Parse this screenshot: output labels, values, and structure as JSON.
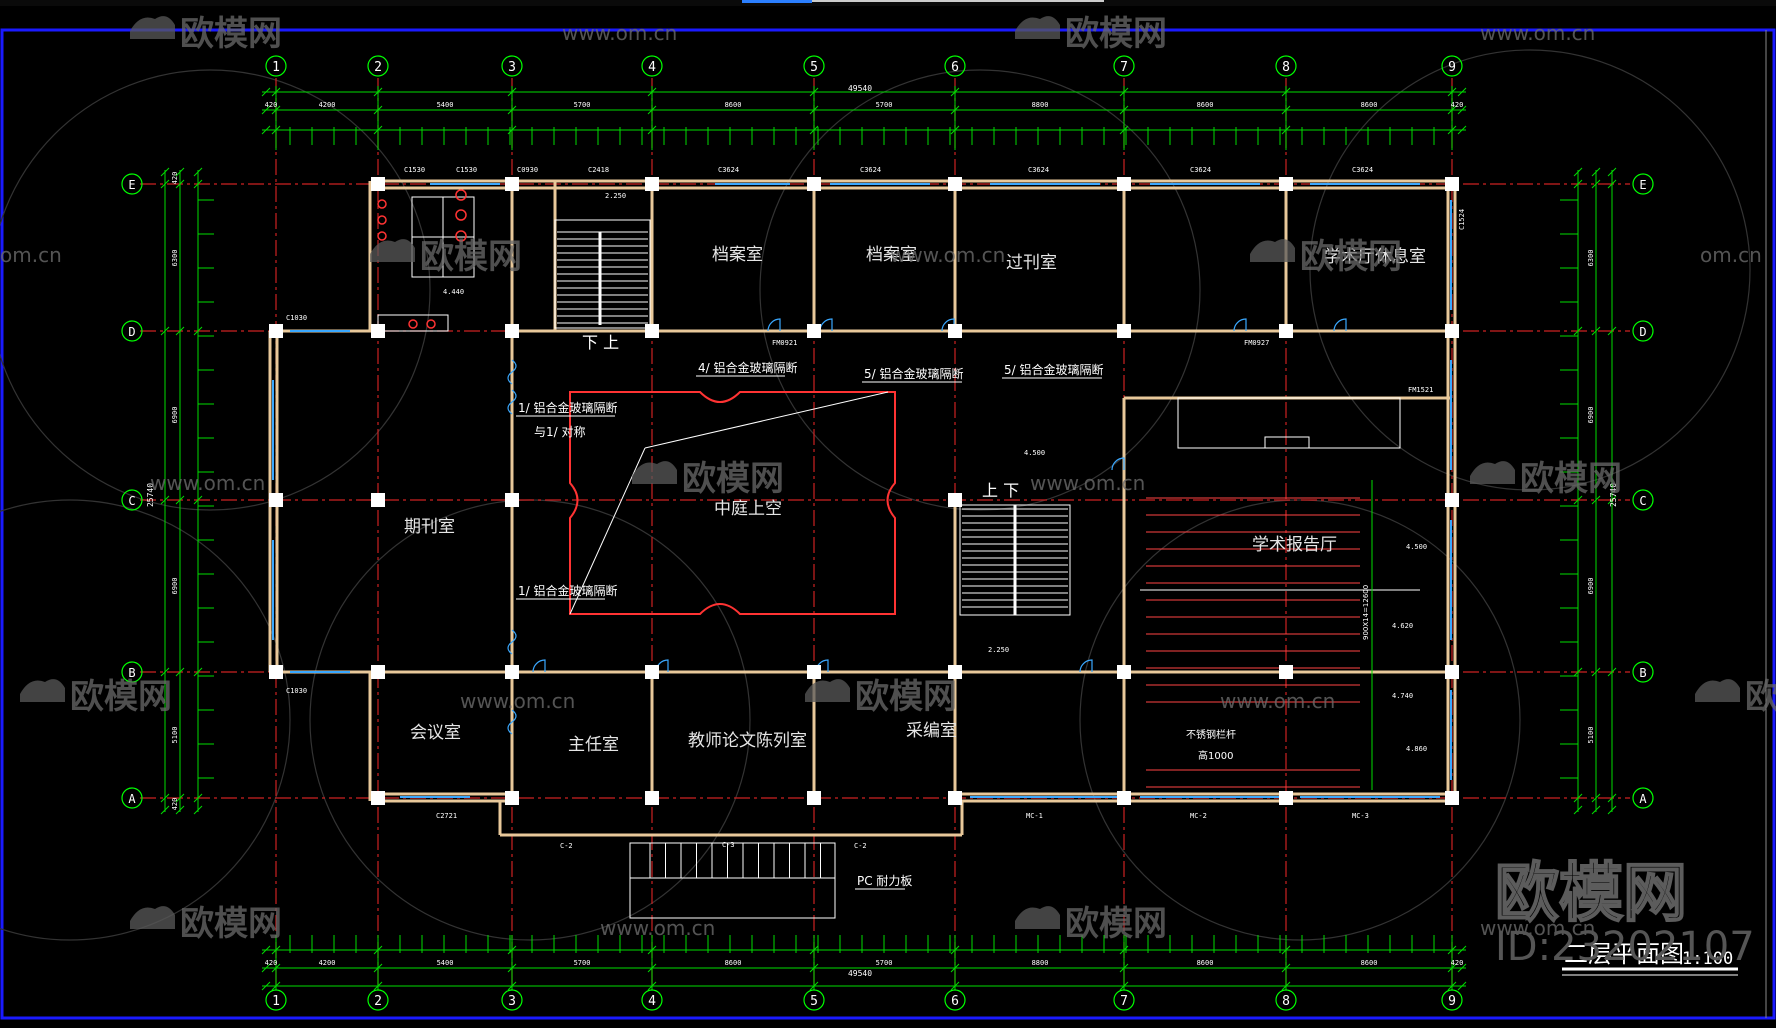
{
  "colors": {
    "background": "#000000",
    "frame": "#1a1aff",
    "grid_axis": "#00ff00",
    "axis_line": "#cc2222",
    "wall": "#e8c89a",
    "column": "#ffffff",
    "dimension": "#00dd00",
    "glass": "#3aa8ff",
    "atrium": "#ff3333",
    "room_text": "#e6e6e6",
    "window_tag": "#ffffff",
    "watermark": "#6a6a6a"
  },
  "axes": {
    "vertical": [
      "1",
      "2",
      "3",
      "4",
      "5",
      "6",
      "7",
      "8",
      "9"
    ],
    "horizontal": [
      "E",
      "D",
      "C",
      "B",
      "A"
    ]
  },
  "dimensions": {
    "overall_width": "49540",
    "overall_depth": "25740",
    "bays_top": [
      "420",
      "4200",
      "5400",
      "5700",
      "8600",
      "5700",
      "8800",
      "8600",
      "8600",
      "420"
    ],
    "bays_bottom": [
      "420",
      "4200",
      "5400",
      "5700",
      "8600",
      "5700",
      "8800",
      "8600",
      "8600",
      "420"
    ],
    "side_left": [
      "420",
      "6300",
      "6900",
      "6900",
      "5100",
      "420"
    ],
    "side_right": [
      "6300",
      "6900",
      "6900",
      "5100"
    ]
  },
  "rooms": {
    "archive1": "档案室",
    "archive2": "档案室",
    "periodicals_past": "过刊室",
    "academic_lounge": "学术厅休息室",
    "periodicals": "期刊室",
    "atrium": "中庭上空",
    "lecture_hall": "学术报告厅",
    "meeting_room": "会议室",
    "director": "主任室",
    "teacher_papers": "教师论文陈列室",
    "editing": "采编室"
  },
  "annotations": {
    "partition_4": "4/ 铝合金玻璃隔断",
    "partition_5a": "5/ 铝合金玻璃隔断",
    "partition_5b": "5/ 铝合金玻璃隔断",
    "partition_1a": "1/ 铝合金玻璃隔断",
    "partition_1a_sub": "与1/ 对称",
    "partition_1b": "1/ 铝合金玻璃隔断",
    "stair_up_down_1": "下  上",
    "stair_up_down_2": "上    下",
    "pc_board": "PC 耐力板",
    "handrail": "不锈钢栏杆",
    "handrail_height": "高1000",
    "seat_dim": "900X14=12600"
  },
  "window_tags": {
    "c1530": "C1530",
    "c1530b": "C1530",
    "c0930": "C0930",
    "c2418": "C2418",
    "c3624": "C3624",
    "c1030": "C1030",
    "c1030b": "C1030",
    "c2721": "C2721",
    "c1524": "C1524",
    "fm0921": "FM0921",
    "fm0927": "FM0927",
    "fm1521": "FM1521",
    "mc1": "MC-1",
    "mc2": "MC-2",
    "mc3": "MC-3",
    "c2": "C-2",
    "c3": "C-3"
  },
  "levels": {
    "l1": "4.440",
    "l2": "2.250",
    "l3": "4.500",
    "l4": "4.500",
    "l5": "4.620",
    "l6": "4.740",
    "l7": "4.860",
    "l8": "2.250"
  },
  "title_block": {
    "title": "二层平面图",
    "scale": "1:100"
  },
  "watermarks": {
    "logo": "欧模网",
    "url": "www.om.cn",
    "url_short": "om.cn",
    "big": "欧模网",
    "id": "ID:23202107"
  }
}
